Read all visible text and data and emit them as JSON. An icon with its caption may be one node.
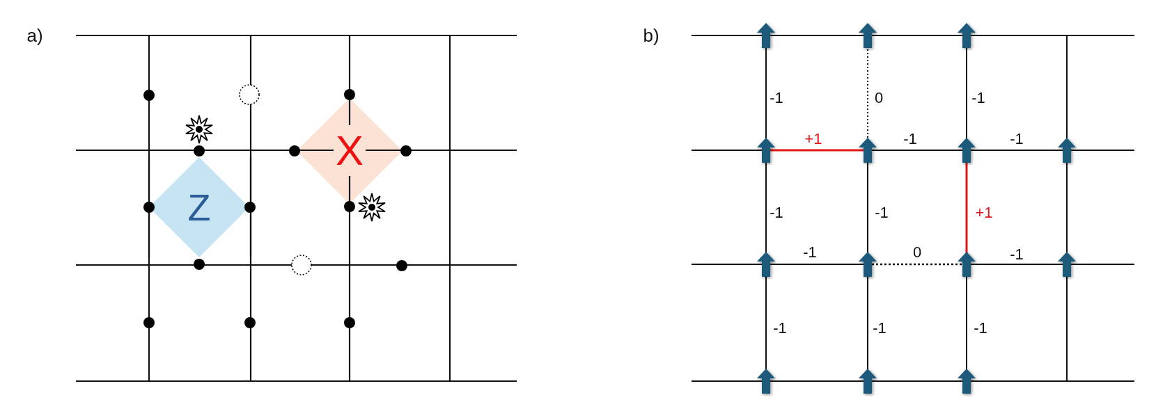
{
  "diagram": {
    "nodes": [
      {
        "text": [
          "Z"
        ]
      },
      {
        "text": [
          "X"
        ]
      }
    ],
    "labels": [
      "a)",
      "b)",
      "-1",
      "0",
      "-1",
      "+1",
      "-1",
      "-1",
      "-1",
      "-1",
      "+1",
      "-1",
      "0",
      "-1",
      "-1",
      "-1",
      "-1"
    ]
  }
}
